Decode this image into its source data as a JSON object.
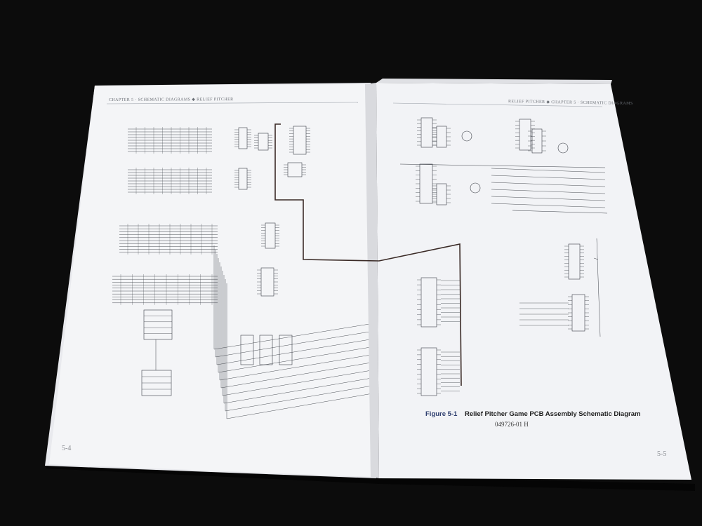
{
  "left_page": {
    "running_header": "CHAPTER 5 · SCHEMATIC DIAGRAMS  ◆  RELIEF PITCHER",
    "page_number": "5-4"
  },
  "right_page": {
    "running_header": "RELIEF PITCHER  ◆  CHAPTER 5 · SCHEMATIC DIAGRAMS",
    "page_number": "5-5",
    "figure": {
      "label": "Figure 5-1",
      "title": "Relief Pitcher Game PCB Assembly Schematic Diagram",
      "number": "049726-01 H"
    }
  },
  "colors": {
    "background": "#0c0c0c",
    "paper": "#f4f5f7",
    "ink": "#3b3f46",
    "bus_line": "#3a2a26"
  }
}
